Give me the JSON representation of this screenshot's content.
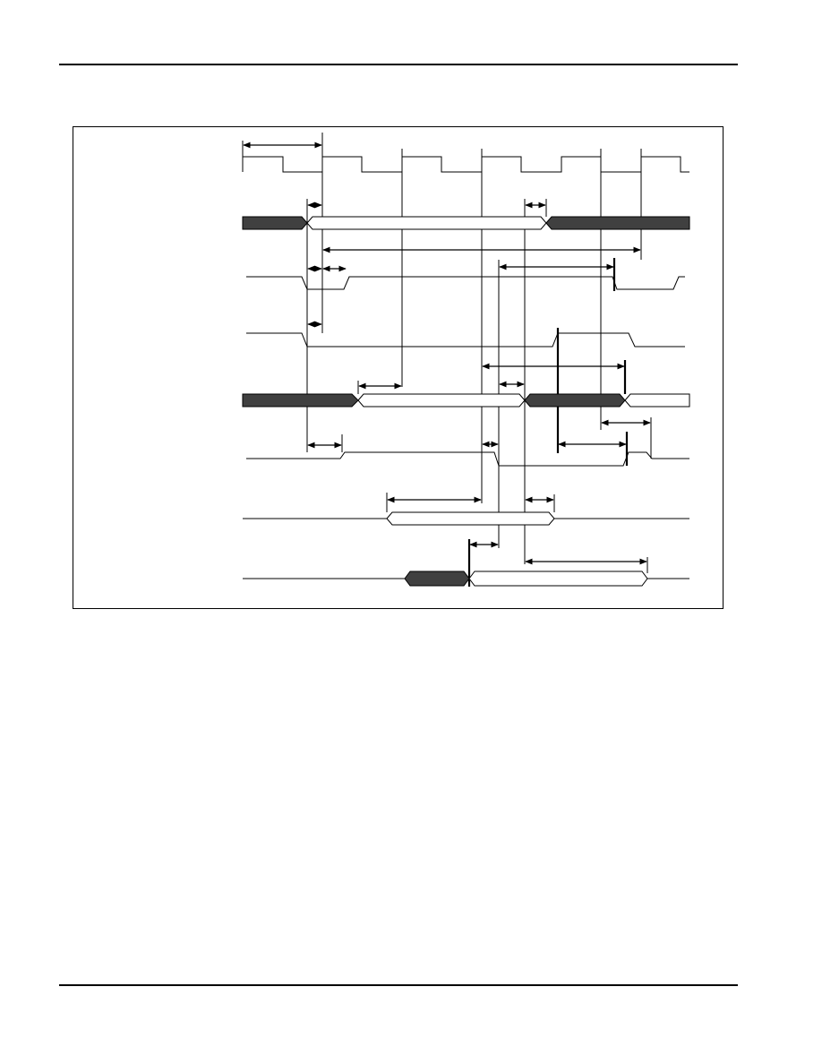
{
  "colors": {
    "ink": "#000000",
    "paper": "#ffffff",
    "bus_fill": "#404040"
  },
  "signals": [
    {
      "id": "clock-signal"
    },
    {
      "id": "bus-signal-1"
    },
    {
      "id": "strobe-signal-1"
    },
    {
      "id": "strobe-signal-2"
    },
    {
      "id": "bus-signal-2"
    },
    {
      "id": "strobe-signal-3"
    },
    {
      "id": "bus-signal-3"
    },
    {
      "id": "bus-signal-4"
    }
  ]
}
